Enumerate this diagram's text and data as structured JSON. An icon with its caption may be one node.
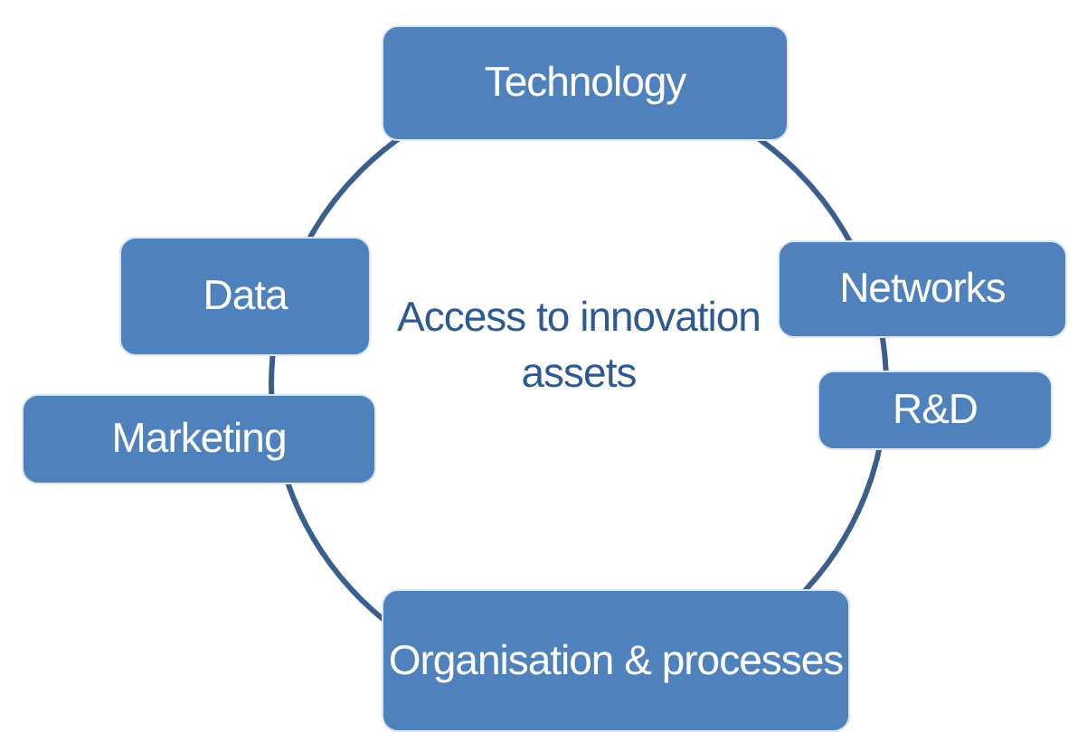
{
  "diagram": {
    "nodes": [
      {
        "text": [
          "Technology"
        ]
      },
      {
        "text": [
          "Data"
        ]
      },
      {
        "text": [
          "Networks"
        ]
      },
      {
        "text": [
          "R&D"
        ]
      },
      {
        "text": [
          "Marketing"
        ]
      },
      {
        "text": [
          "Organisation & processes"
        ]
      }
    ],
    "labels": [
      "Access to innovation assets"
    ]
  }
}
